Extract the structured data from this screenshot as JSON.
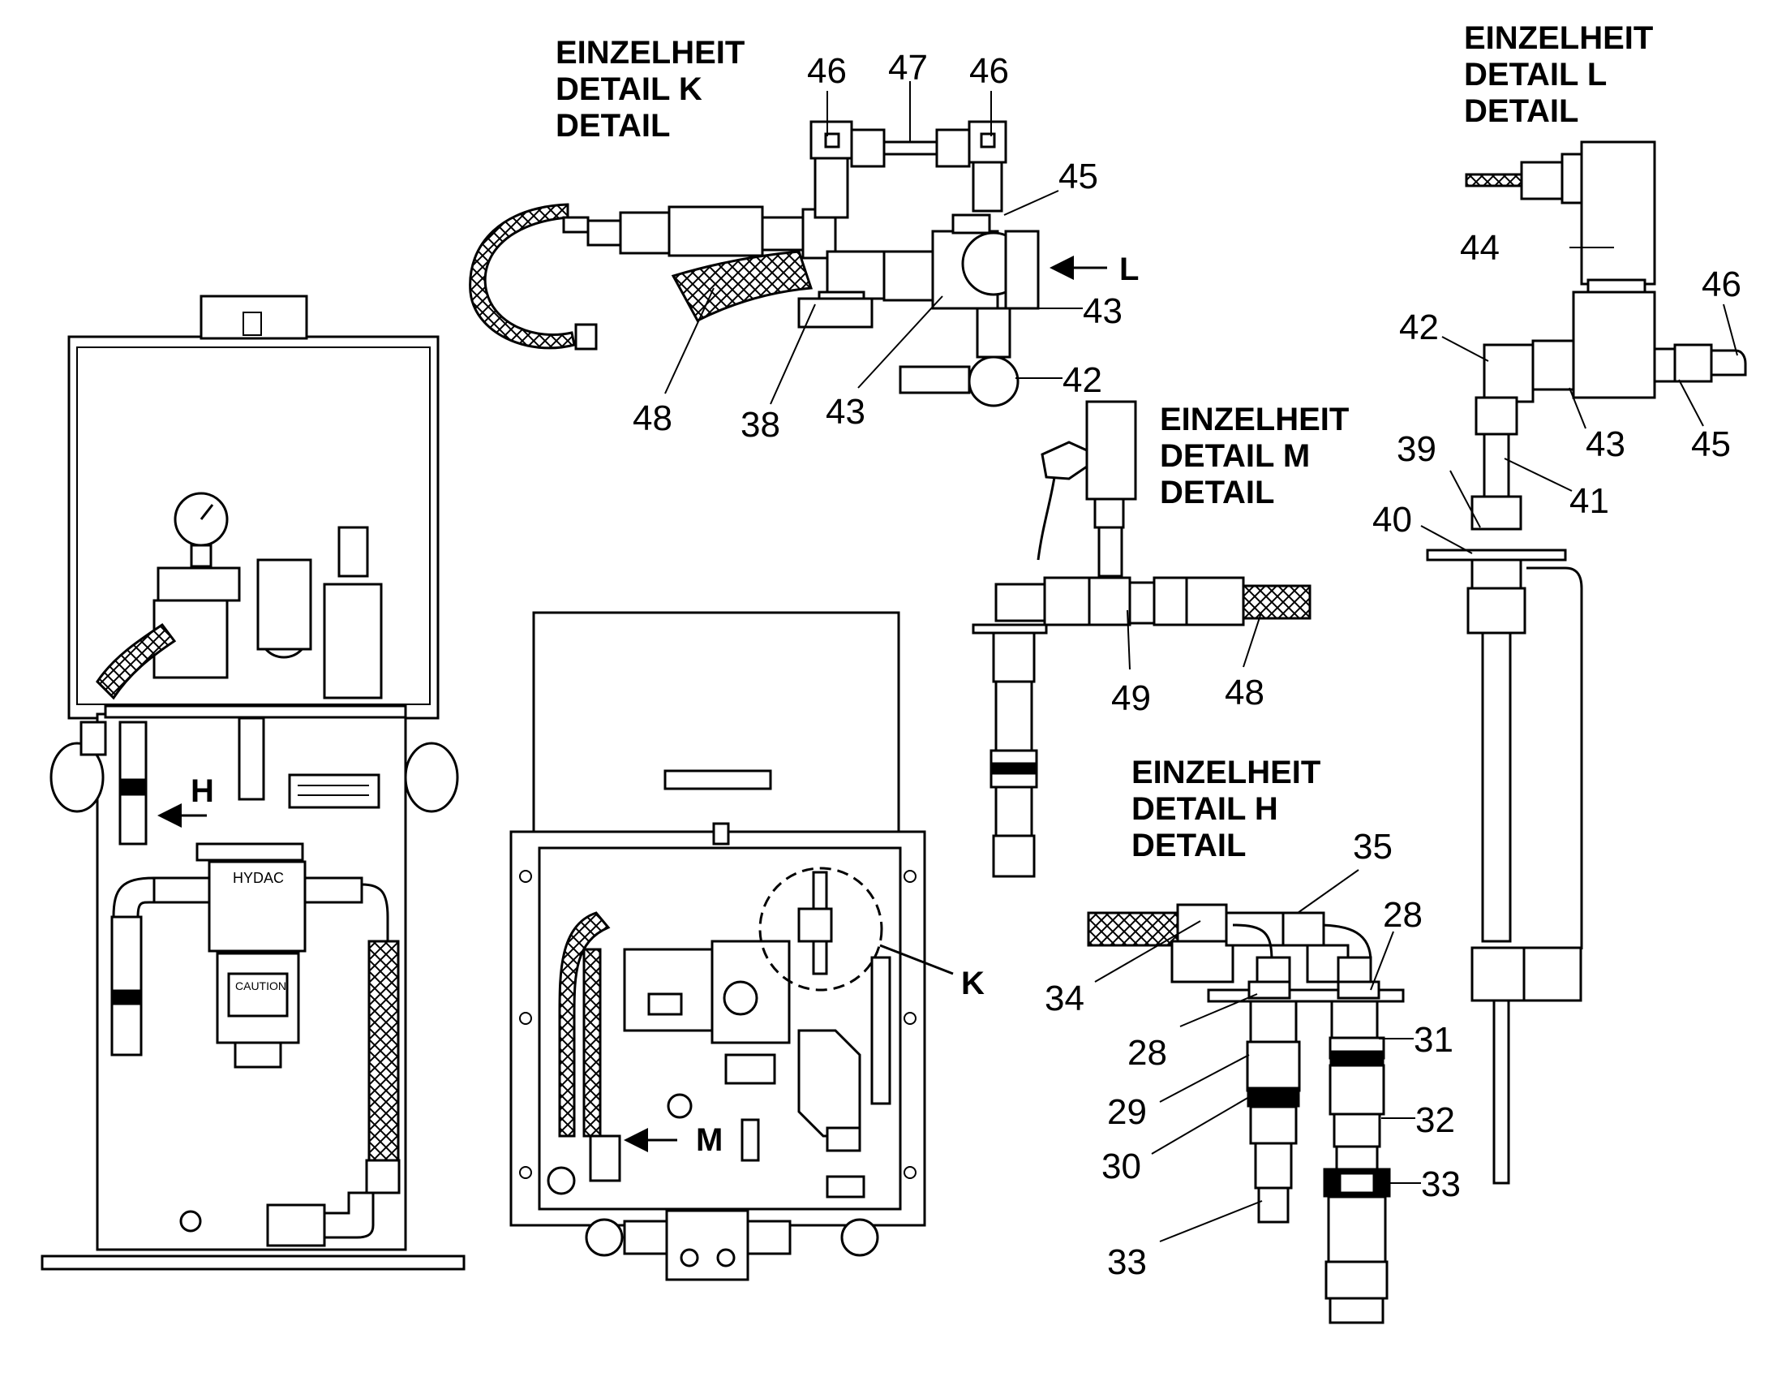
{
  "detail_titles": {
    "K": [
      "EINZELHEIT",
      "DETAIL K",
      "DETAIL"
    ],
    "L": [
      "EINZELHEIT",
      "DETAIL  L",
      "DETAIL"
    ],
    "M": [
      "EINZELHEIT",
      "DETAIL  M",
      "DETAIL"
    ],
    "H": [
      "EINZELHEIT",
      "DETAIL H",
      "DETAIL"
    ]
  },
  "view_letters": {
    "H": "H",
    "K": "K",
    "L": "L",
    "M": "M"
  },
  "callouts": {
    "k_46a": "46",
    "k_47": "47",
    "k_46b": "46",
    "k_45": "45",
    "k_43a": "43",
    "k_42": "42",
    "k_48": "48",
    "k_38": "38",
    "k_43b": "43",
    "l_44": "44",
    "l_46": "46",
    "l_42": "42",
    "l_43": "43",
    "l_45": "45",
    "l_39": "39",
    "l_41": "41",
    "l_40": "40",
    "m_49": "49",
    "m_48": "48",
    "h_35": "35",
    "h_28a": "28",
    "h_34": "34",
    "h_28b": "28",
    "h_31": "31",
    "h_29": "29",
    "h_32": "32",
    "h_30": "30",
    "h_33a": "33",
    "h_33b": "33"
  },
  "labels_on_parts": {
    "filter_brand": "HYDAC",
    "caution_plate": "CAUTION"
  }
}
